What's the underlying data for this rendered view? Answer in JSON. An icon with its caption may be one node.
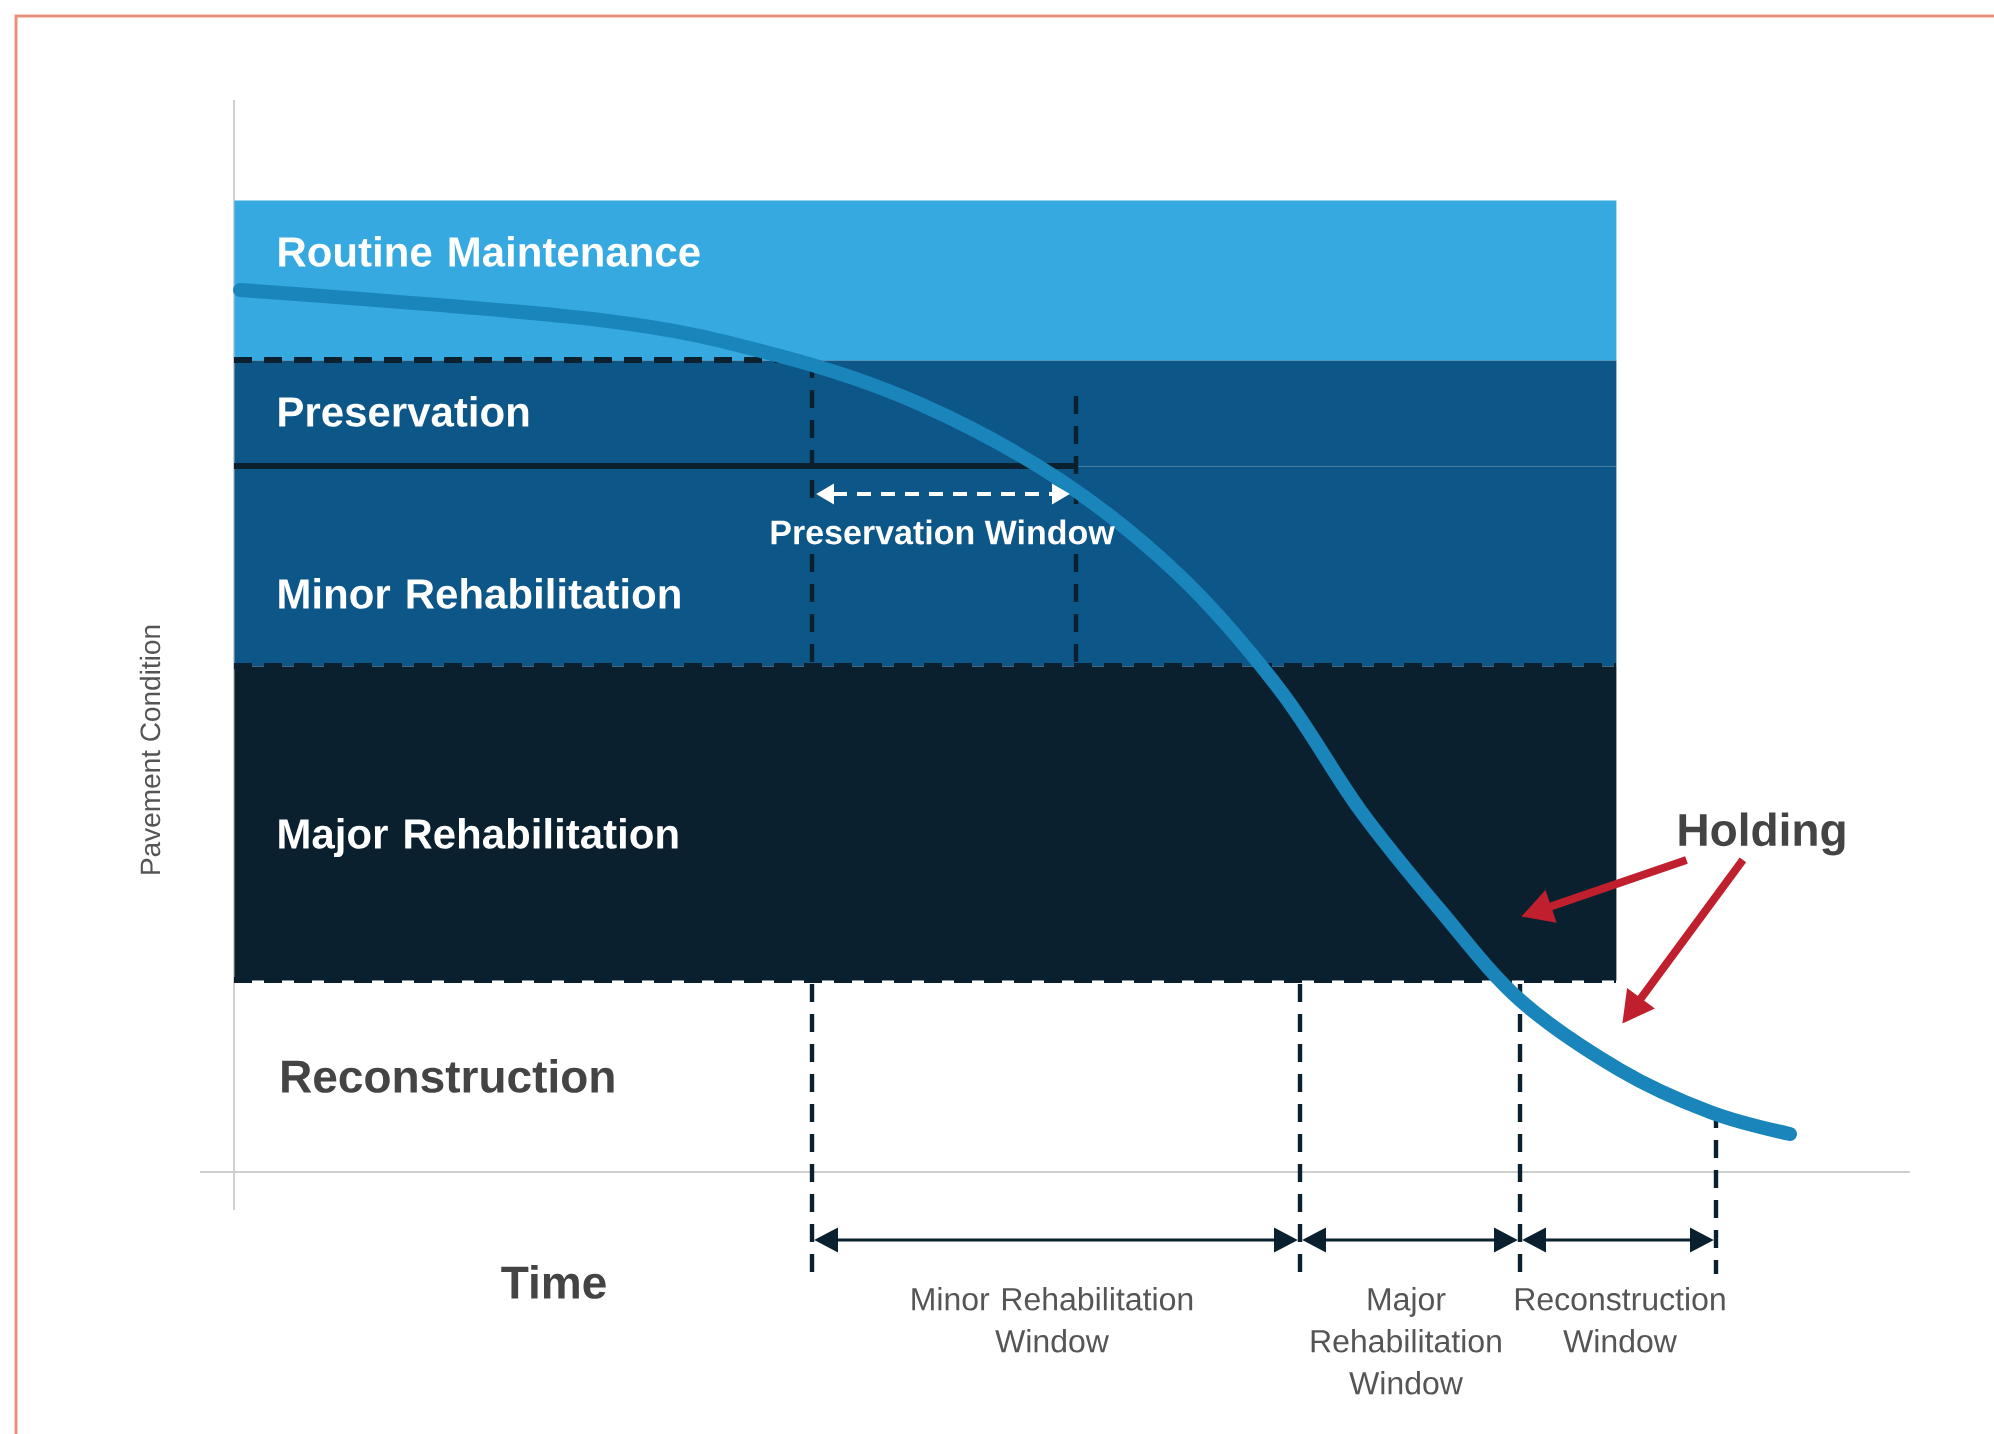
{
  "diagram": {
    "nodes": [
      {
        "text": [
          "Routine Maintenance"
        ]
      },
      {
        "text": [
          "Preservation"
        ]
      },
      {
        "text": [
          "Minor Rehabilitation"
        ]
      },
      {
        "text": [
          "Major Rehabilitation"
        ]
      },
      {
        "text": [
          "Holding"
        ]
      }
    ],
    "edges": [
      {
        "from": 4,
        "to": 3,
        "arrow": "to"
      },
      {
        "from": 4,
        "to": null,
        "arrow": "to"
      }
    ],
    "labels": [
      "Pavement Condition",
      "Preservation Window",
      "Reconstruction",
      "Time",
      "Minor Rehabilitation Window",
      "Major Rehabilitation Window",
      "Reconstruction Window"
    ]
  }
}
